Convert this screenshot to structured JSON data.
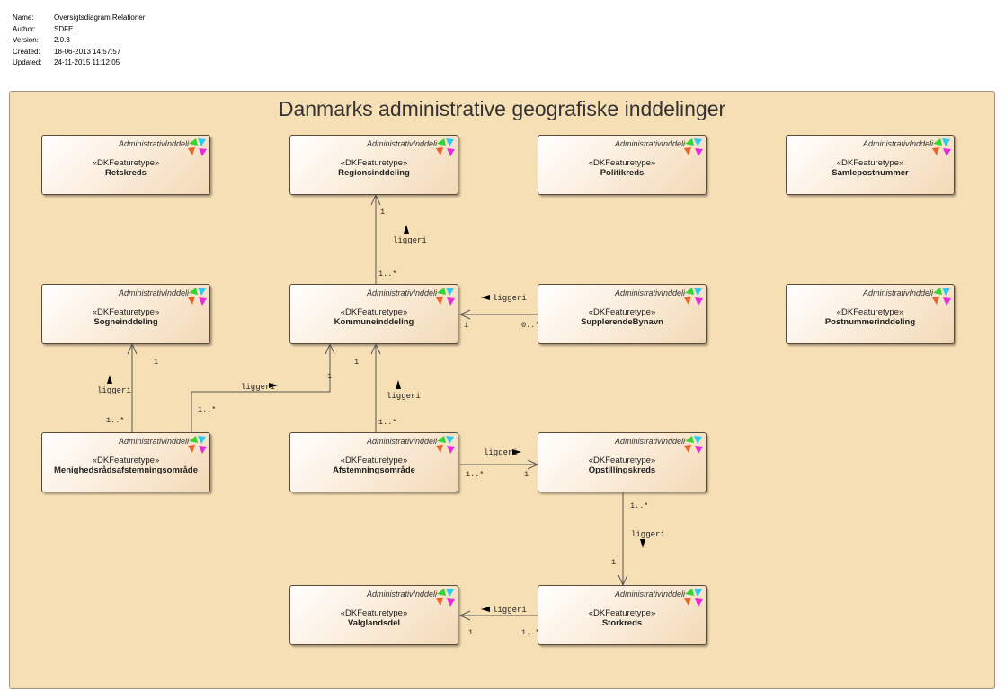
{
  "meta": {
    "rows": [
      {
        "key": "Name:",
        "value": "Oversigtsdiagram Relationer"
      },
      {
        "key": "Author:",
        "value": "SDFE"
      },
      {
        "key": "Version:",
        "value": "2.0.3"
      },
      {
        "key": "Created:",
        "value": "18-06-2013 14:57:57"
      },
      {
        "key": "Updated:",
        "value": "24-11-2015 11:12:05"
      }
    ]
  },
  "diagram": {
    "title": "Danmarks administrative geografiske inddelinger",
    "stereotype": "«DKFeaturetype»",
    "kind": "AdministrativInddeli",
    "classes": {
      "retskreds": "Retskreds",
      "regionsinddeling": "Regionsinddeling",
      "politikreds": "Politikreds",
      "samlepostnummer": "Samlepostnummer",
      "sogneinddeling": "Sogneinddeling",
      "kommuneinddeling": "Kommuneinddeling",
      "supplerendebynavn": "SupplerendeBynavn",
      "postnummerinddeling": "Postnummerinddeling",
      "menighedsraad": "Menighedsrådsafstemningsområde",
      "afstemningsomraade": "Afstemningsområde",
      "opstillingskreds": "Opstillingskreds",
      "valglandsdel": "Valglandsdel",
      "storkreds": "Storkreds"
    },
    "relations": {
      "label": "liggeri",
      "kommune_region": {
        "source": "1..*",
        "target": "1"
      },
      "supp_kommune": {
        "source": "0..*",
        "target": "1"
      },
      "menig_sogn": {
        "source": "1..*",
        "target": "1"
      },
      "menig_kommune": {
        "source": "1..*",
        "target": "1"
      },
      "afst_kommune": {
        "source": "1..*",
        "target": "1"
      },
      "afst_opst": {
        "source": "1..*",
        "target": "1"
      },
      "opst_stork": {
        "source": "1..*",
        "target": "1"
      },
      "stork_valg": {
        "source": "1..*",
        "target": "1"
      }
    },
    "colors": {
      "frame_fill": "#f7dfb5",
      "class_border": "#5a4a38",
      "line": "#555555"
    }
  }
}
